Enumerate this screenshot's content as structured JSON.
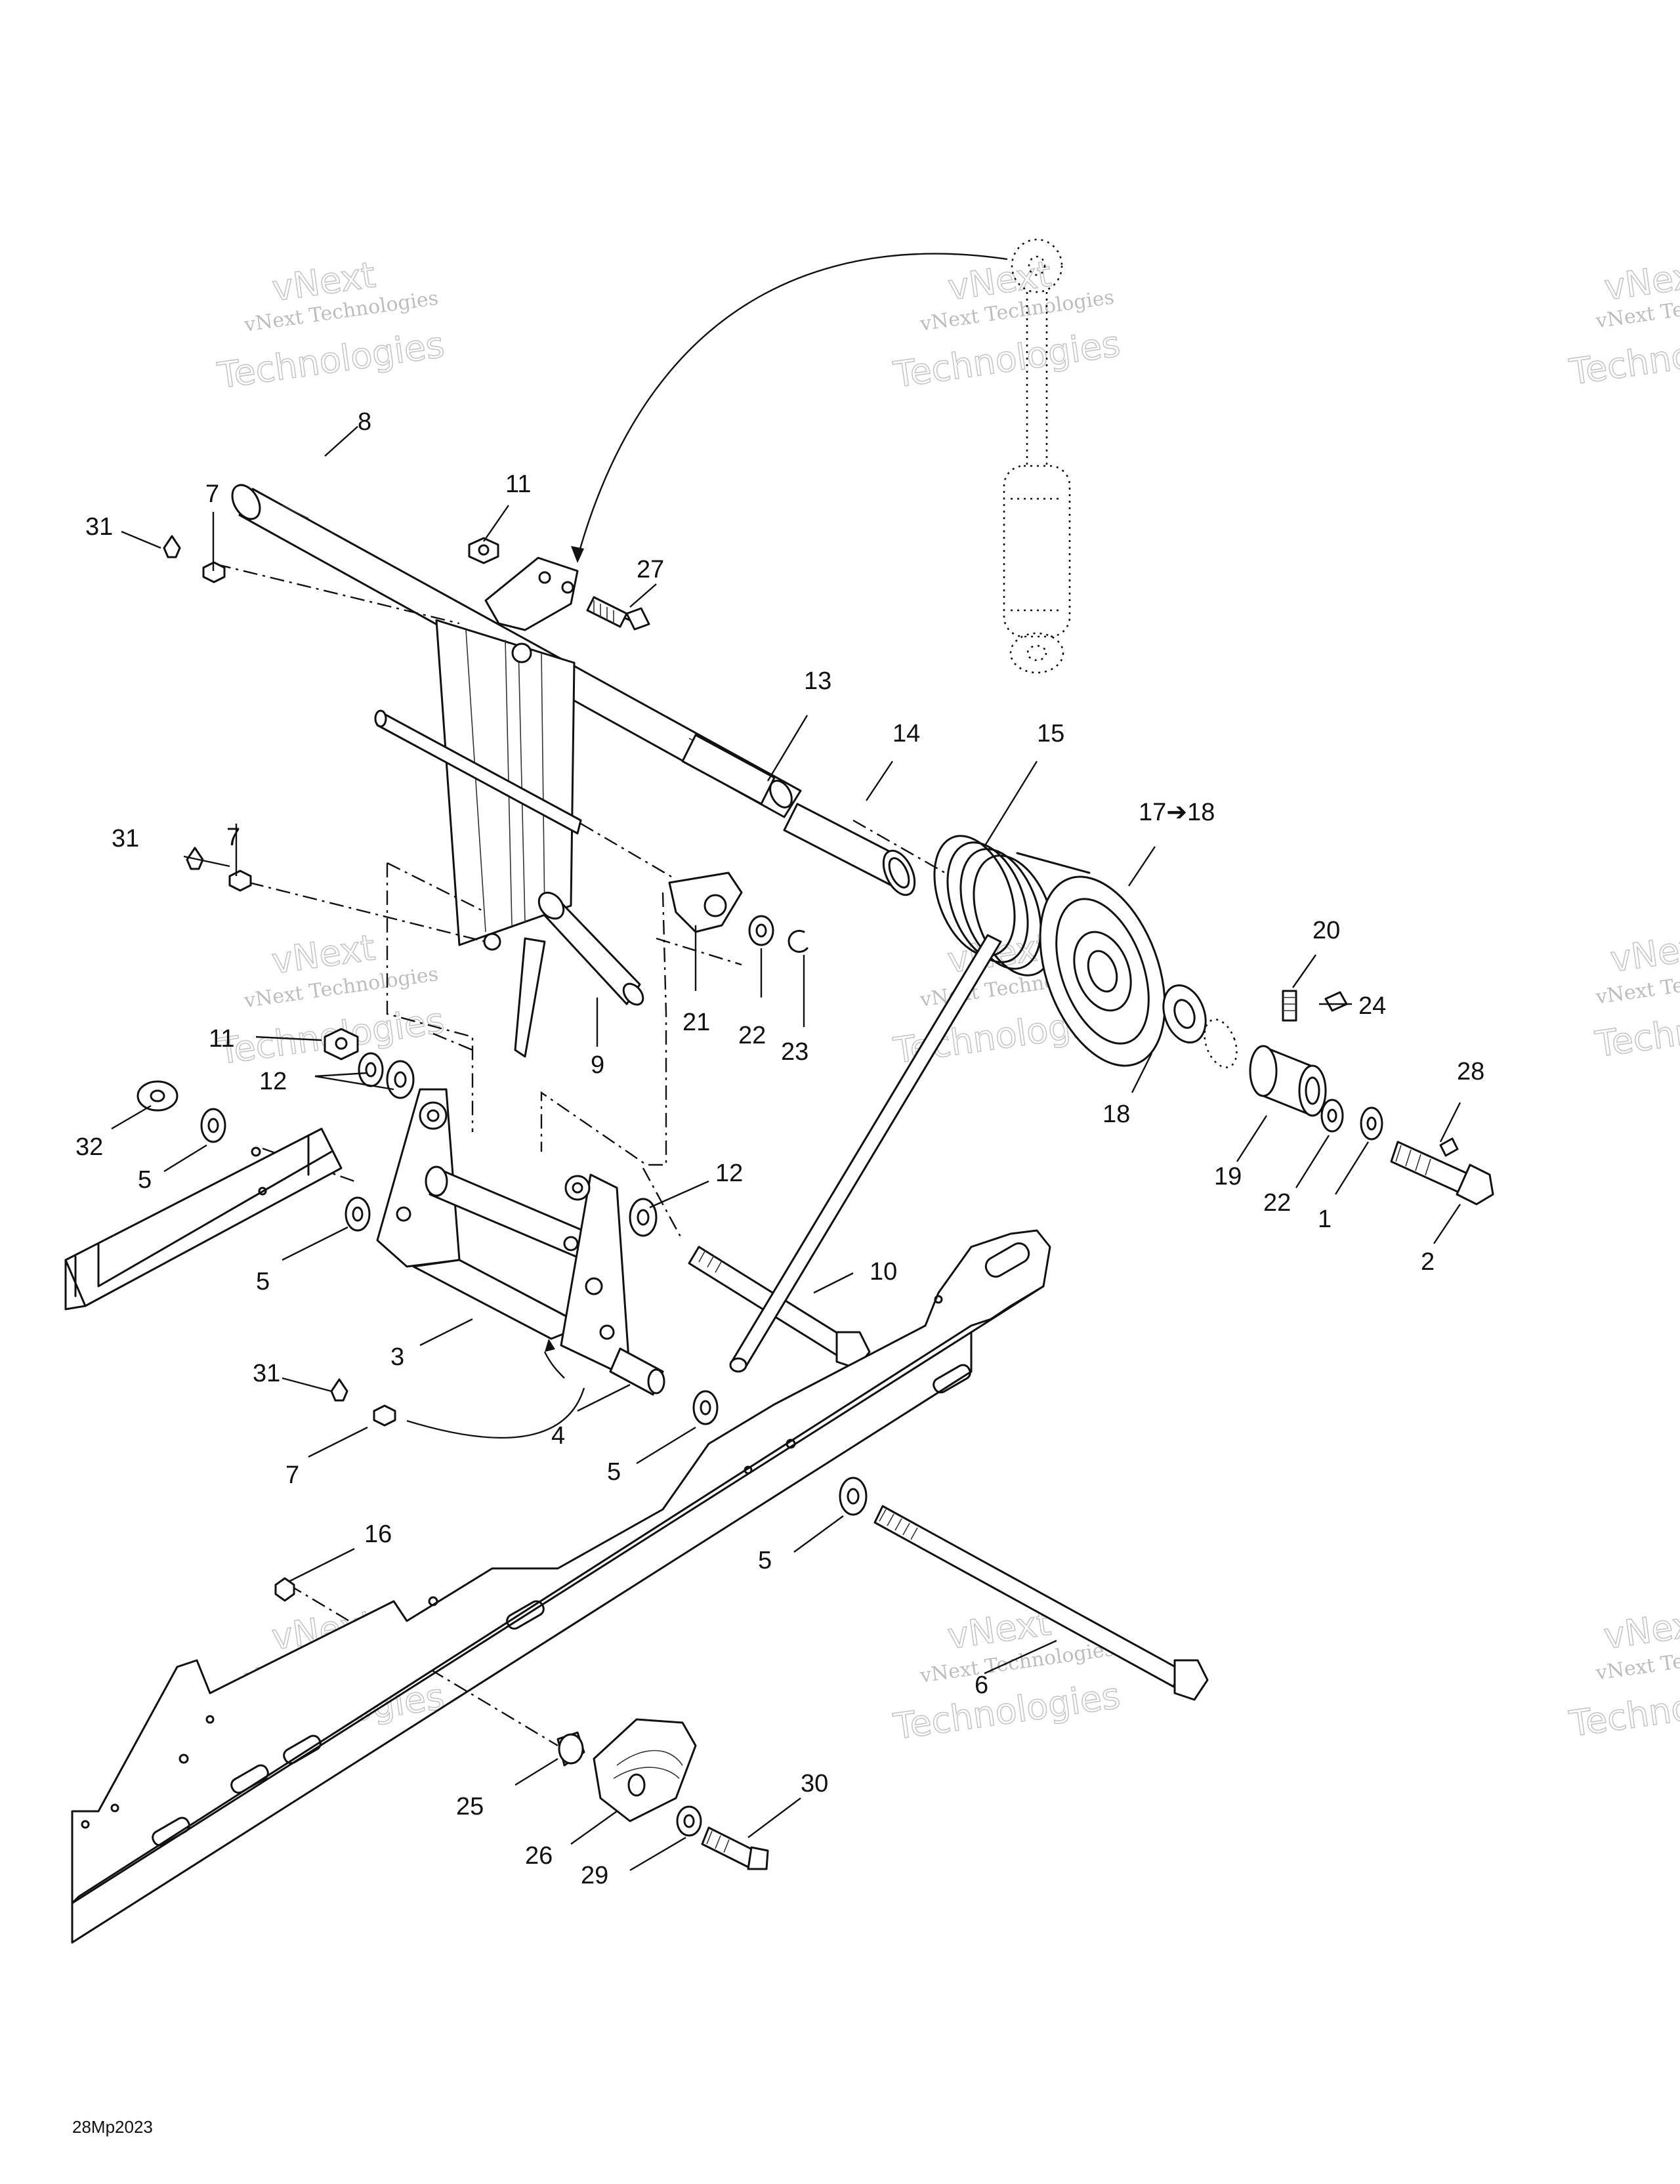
{
  "drawing_code": "28Mp2023",
  "watermark": {
    "line1": "vNext Technologies",
    "line2": "Technologies",
    "line3": "vNext"
  },
  "callouts": {
    "c1": "1",
    "c2": "2",
    "c3": "3",
    "c4": "4",
    "c5a": "5",
    "c5b": "5",
    "c5c": "5",
    "c5d": "5",
    "c6": "6",
    "c7a": "7",
    "c7b": "7",
    "c7c": "7",
    "c8": "8",
    "c9": "9",
    "c10": "10",
    "c11a": "11",
    "c11b": "11",
    "c12a": "12",
    "c12b": "12",
    "c13": "13",
    "c14": "14",
    "c15": "15",
    "c16": "16",
    "c17": "17➔18",
    "c18": "18",
    "c19": "19",
    "c20": "20",
    "c21": "21",
    "c22a": "22",
    "c22b": "22",
    "c23": "23",
    "c24": "24",
    "c25": "25",
    "c26": "26",
    "c27": "27",
    "c28": "28",
    "c29": "29",
    "c30": "30",
    "c31a": "31",
    "c31b": "31",
    "c31c": "31",
    "c32": "32"
  }
}
